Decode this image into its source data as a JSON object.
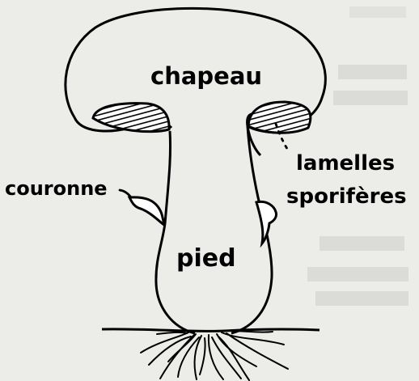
{
  "diagram": {
    "labels": {
      "cap": "chapeau",
      "stem": "pied",
      "ring": "couronne",
      "gills_line1": "lamelles",
      "gills_line2": "sporifères"
    },
    "colors": {
      "ink": "#000000",
      "paper": "#ecece9"
    }
  }
}
